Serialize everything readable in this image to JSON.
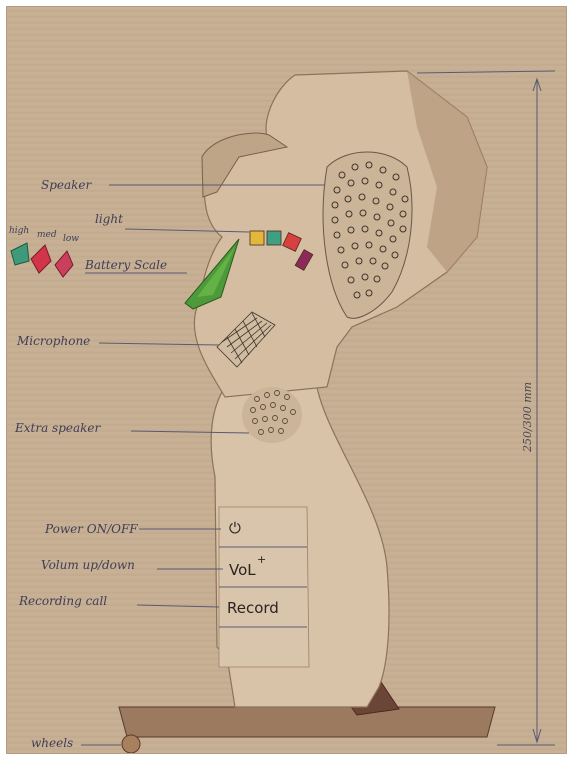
{
  "labels": {
    "speaker": "Speaker",
    "light": "light",
    "battery_level": "Battery Scale",
    "microphone": "Microphone",
    "extra_speaker": "Extra speaker",
    "power": "Power ON/OFF",
    "volume": "Volum up/down",
    "recording": "Recording call",
    "wheels": "wheels"
  },
  "battery_levels": [
    "high",
    "med",
    "low"
  ],
  "buttons": {
    "power_symbol": "⏻",
    "vol": "VoL",
    "vol_plus": "+",
    "record": "Record"
  },
  "dimension": "250/300 mm",
  "colors": {
    "paper": "#c8b095",
    "body": "#d8c2a8",
    "shadow": "#a38668",
    "battery_green": "#4c9a3a",
    "high": "#3e9a7a",
    "med": "#d2344a",
    "low": "#c8405a",
    "light_yellow": "#e3b73a",
    "light_green": "#3ea083",
    "light_red": "#d84040",
    "light_purple": "#8e2a5a"
  }
}
